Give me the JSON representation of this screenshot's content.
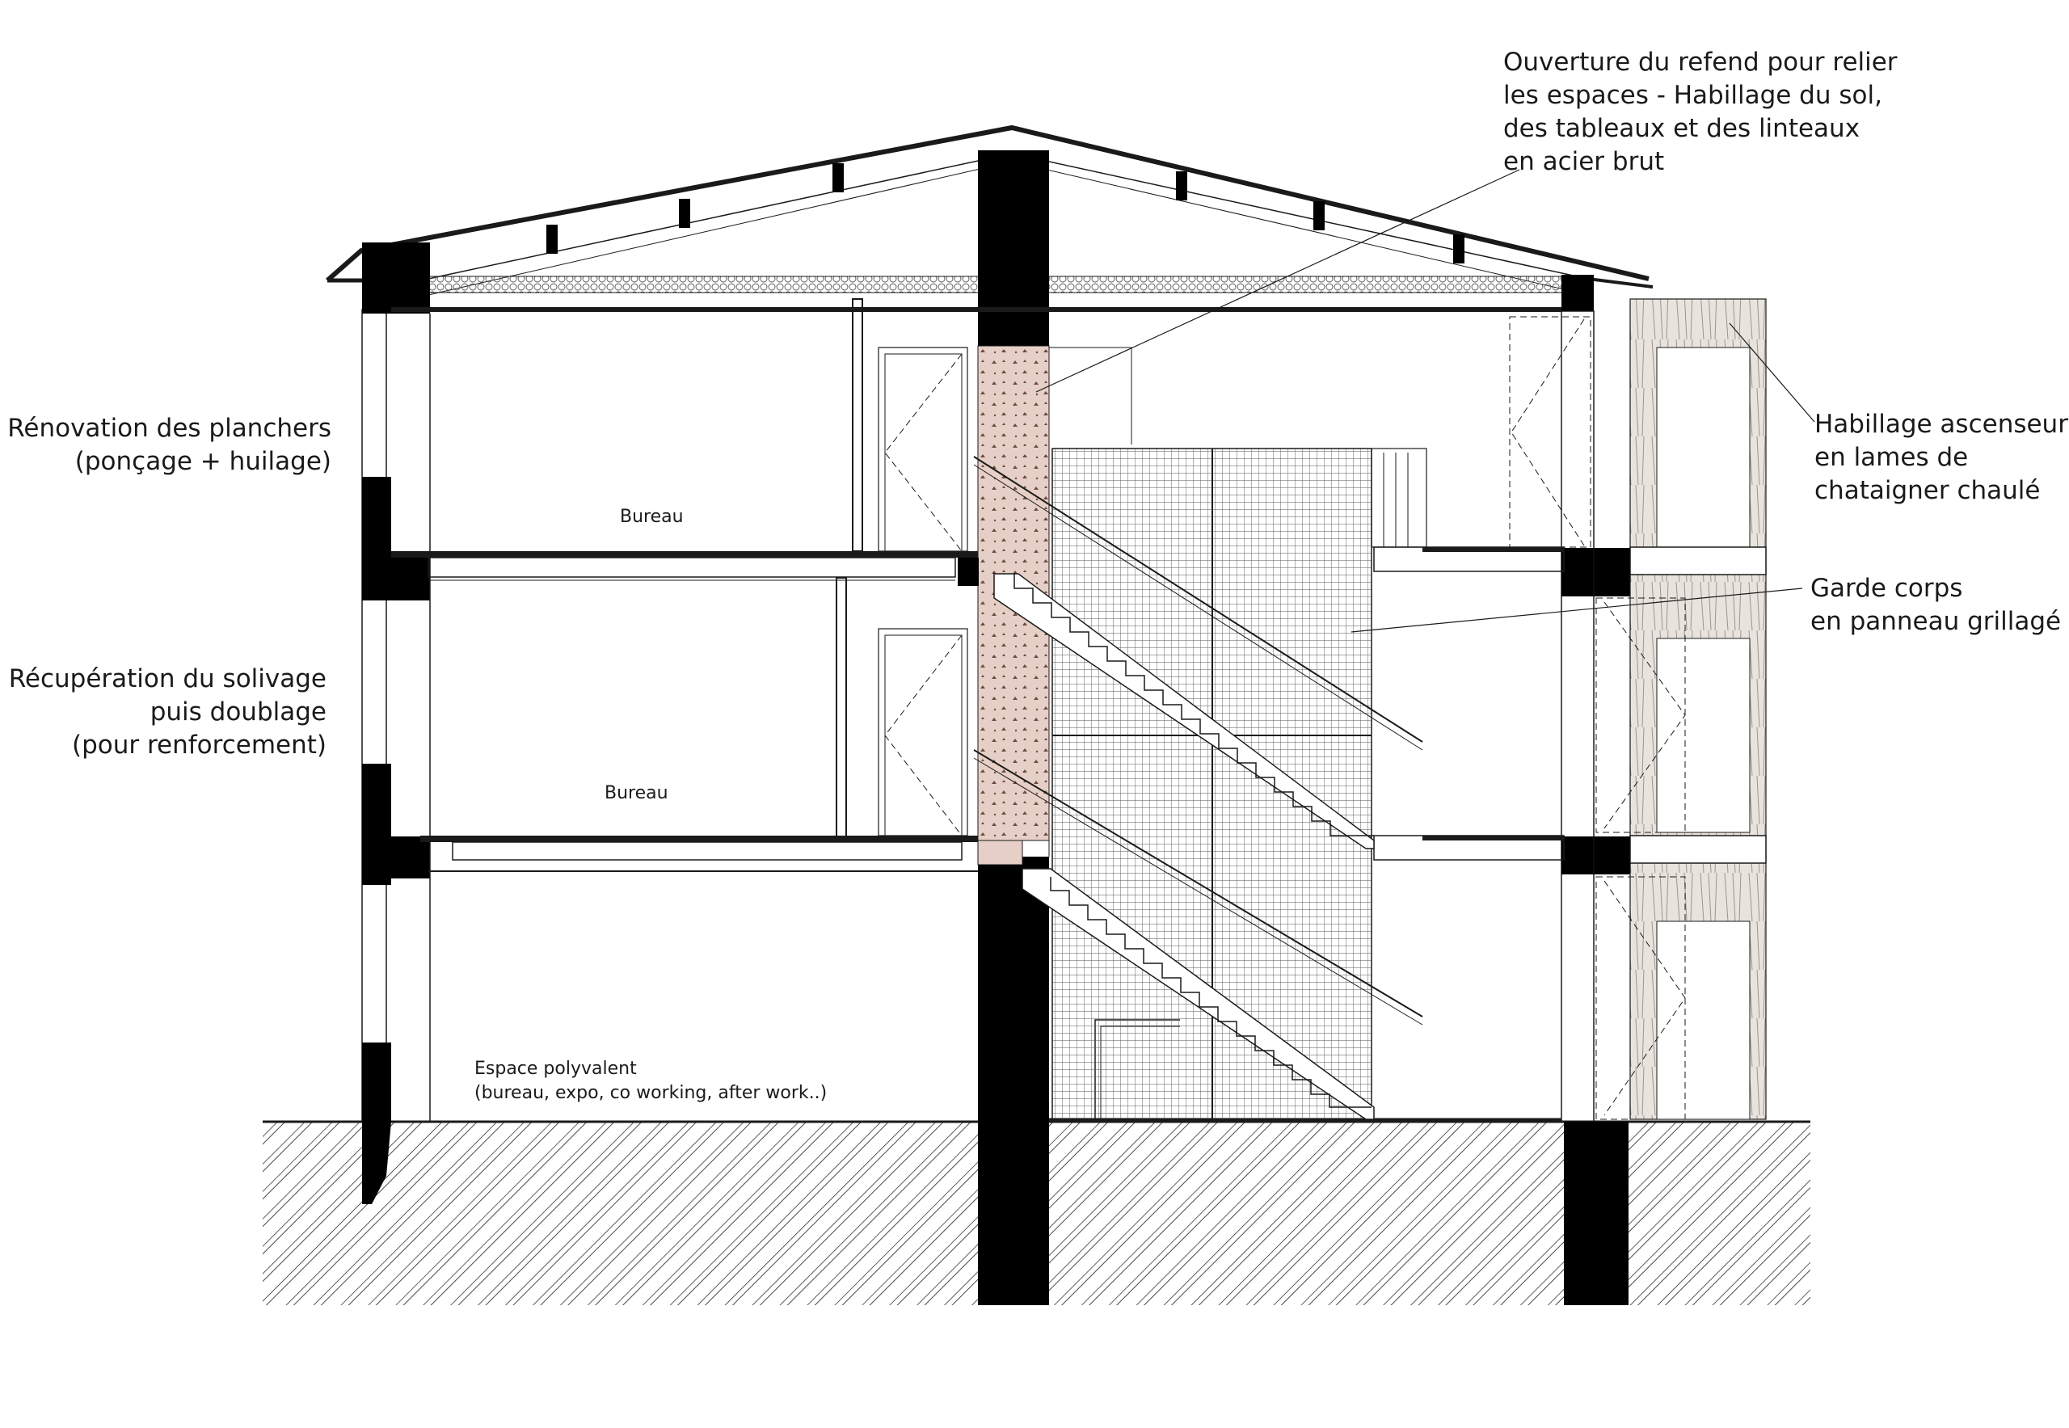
{
  "annotations": {
    "top_note": "Ouverture du refend pour relier\nles espaces - Habillage du sol,\ndes tableaux et des linteaux\nen acier brut",
    "floor_renovation": "Rénovation des planchers\n(ponçage + huilage)",
    "joist_recovery": "Récupération du solivage\npuis doublage\n(pour renforcement)",
    "elevator_cladding": "Habillage ascenseur\nen lames de\nchataigner chaulé",
    "guardrail": "Garde corps\nen panneau grillagé"
  },
  "rooms": {
    "office_upper": "Bureau",
    "office_middle": "Bureau",
    "ground_floor": "Espace polyvalent\n(bureau, expo, co working, after work..)"
  },
  "colors": {
    "line": "#1a1a1a",
    "wall_fill": "#000000",
    "terracotta_fill": "#e6cfc6",
    "timber_fill": "#e8e3dc",
    "background": "#ffffff"
  }
}
